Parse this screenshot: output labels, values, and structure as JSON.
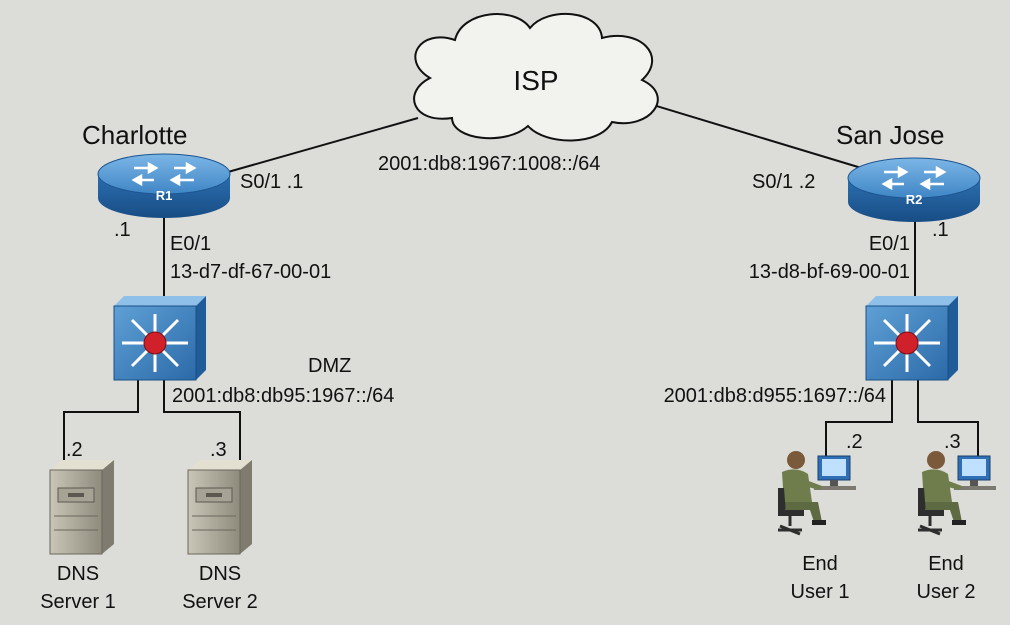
{
  "cloud": {
    "label": "ISP"
  },
  "wan_subnet": "2001:db8:1967:1008::/64",
  "left_site": {
    "name": "Charlotte",
    "router_label": "R1",
    "serial_if": "S0/1 .1",
    "lan_host": ".1",
    "eth_if": "E0/1",
    "mac": "13-d7-df-67-00-01",
    "zone": "DMZ",
    "subnet": "2001:db8:db95:1967::/64",
    "hosts": [
      {
        "addr": ".2",
        "name_line1": "DNS",
        "name_line2": "Server 1",
        "icon": "server-icon"
      },
      {
        "addr": ".3",
        "name_line1": "DNS",
        "name_line2": "Server 2",
        "icon": "server-icon"
      }
    ]
  },
  "right_site": {
    "name": "San Jose",
    "router_label": "R2",
    "serial_if": "S0/1 .2",
    "lan_host": ".1",
    "eth_if": "E0/1",
    "mac": "13-d8-bf-69-00-01",
    "subnet": "2001:db8:d955:1697::/64",
    "hosts": [
      {
        "addr": ".2",
        "name_line1": "End",
        "name_line2": "User 1",
        "icon": "workstation-user-icon"
      },
      {
        "addr": ".3",
        "name_line1": "End",
        "name_line2": "User 2",
        "icon": "workstation-user-icon"
      }
    ]
  },
  "colors": {
    "background": "#dcdcd8",
    "device_blue": "#2c6fb0",
    "device_light": "#5fa0d6",
    "switch_center": "#d0202a"
  }
}
